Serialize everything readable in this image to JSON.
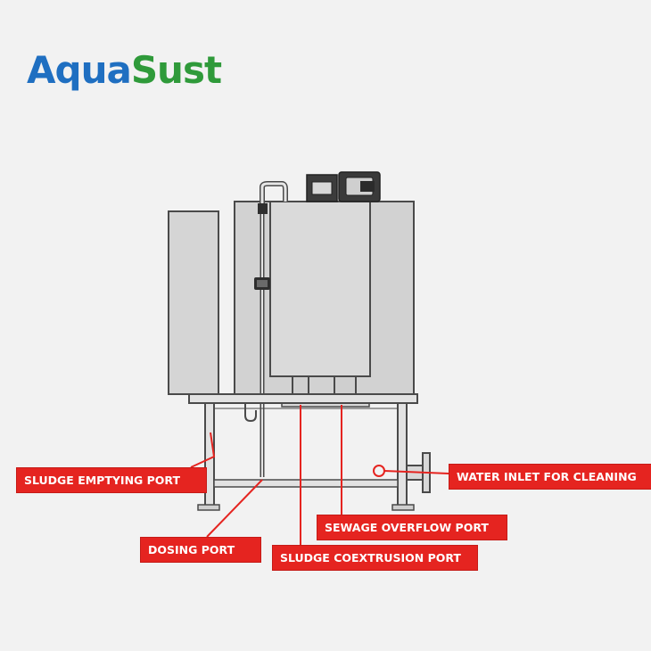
{
  "brand": {
    "name_part1": "Aqua",
    "name_part2": "Sust",
    "color_part1": "#1f6fc1",
    "color_part2": "#2f9a3a"
  },
  "callout_color": "#e52420",
  "labels": {
    "sludge_emptying_port": "SLUDGE EMPTYING PORT",
    "dosing_port": "DOSING PORT",
    "sludge_coextrusion_port": "SLUDGE COEXTRUSION PORT",
    "sewage_overflow_port": "SEWAGE OVERFLOW PORT",
    "water_inlet_for_cleaning": "WATER INLET FOR CLEANING"
  }
}
